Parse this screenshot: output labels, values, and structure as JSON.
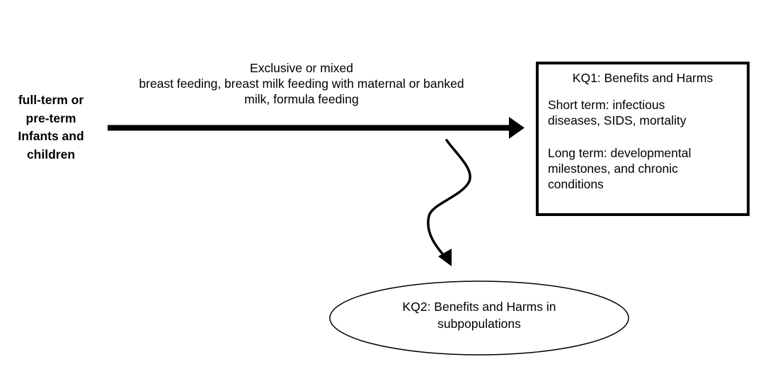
{
  "diagram": {
    "population": {
      "lines": [
        "full-term or",
        "pre-term",
        "Infants and",
        "children"
      ]
    },
    "intervention": {
      "lines": [
        "Exclusive or mixed",
        "breast feeding, breast milk feeding with maternal or banked",
        "milk, formula feeding"
      ]
    },
    "kq1": {
      "title": "KQ1: Benefits and Harms",
      "short_term": [
        "Short term: infectious",
        "diseases, SIDS, mortality"
      ],
      "long_term": [
        "Long term: developmental",
        "milestones, and chronic",
        "conditions"
      ]
    },
    "kq2": {
      "lines": [
        "KQ2: Benefits and Harms in",
        "subpopulations"
      ]
    },
    "colors": {
      "ink": "#000000",
      "background": "#ffffff"
    }
  }
}
